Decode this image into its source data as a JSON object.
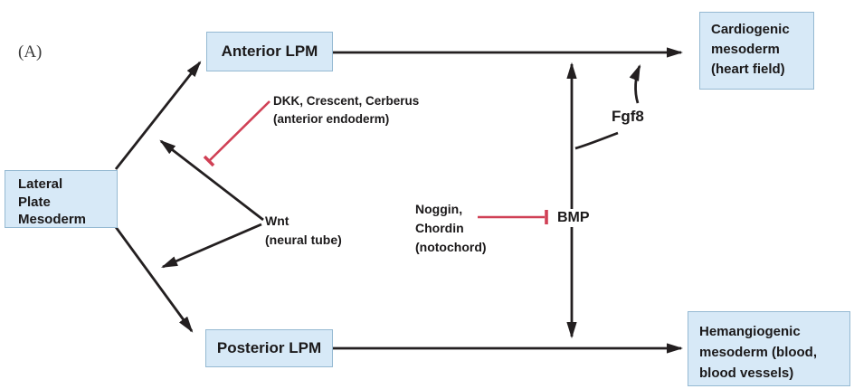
{
  "figure": {
    "panel_label": "(A)",
    "colors": {
      "box_fill": "#d7e9f7",
      "box_border": "#95b9d2",
      "line": "#231f20",
      "inhibit": "#d04055"
    },
    "nodes": {
      "lpm": "Lateral\nPlate\nMesoderm",
      "anterior": "Anterior LPM",
      "posterior": "Posterior LPM",
      "cardiogenic": "Cardiogenic\nmesoderm\n(heart field)",
      "hemangiogenic": "Hemangiogenic\nmesoderm (blood,\nblood vessels)"
    },
    "labels": {
      "dkk": "DKK, Crescent, Cerberus\n(anterior endoderm)",
      "wnt": "Wnt\n(neural tube)",
      "noggin": "Noggin,\nChordin\n(notochord)",
      "bmp": "BMP",
      "fgf8": "Fgf8"
    }
  }
}
